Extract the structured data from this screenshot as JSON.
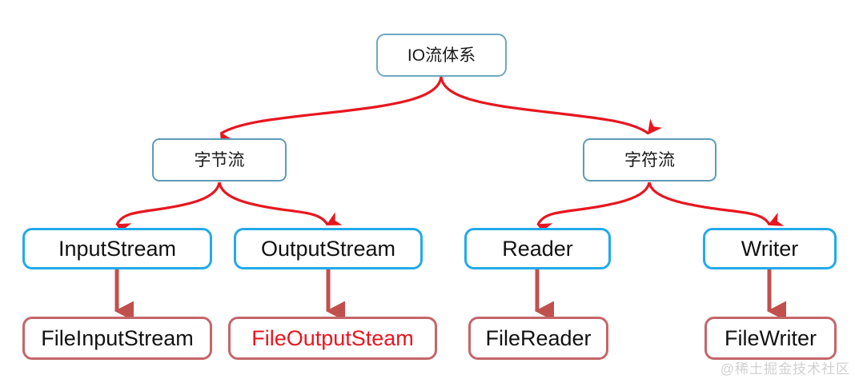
{
  "diagram": {
    "title": "IO流体系",
    "type": "hierarchy-tree",
    "colors": {
      "root_border": "#6FA8BF",
      "category_border": "#5E9BB8",
      "abstract_border": "#22AAEA",
      "concrete_border": "#C4666A",
      "curved_arrow": "#E8161F",
      "straight_arrow": "#C0504D",
      "accent_text": "#E8161F",
      "default_text": "#121212",
      "background": "#FFFFFF"
    },
    "levels": {
      "root": {
        "label": "IO流体系"
      },
      "categories": [
        {
          "id": "byte-stream",
          "label": "字节流"
        },
        {
          "id": "char-stream",
          "label": "字符流"
        }
      ],
      "abstract_classes": [
        {
          "id": "input-stream",
          "label": "InputStream",
          "parent": "byte-stream"
        },
        {
          "id": "output-stream",
          "label": "OutputStream",
          "parent": "byte-stream"
        },
        {
          "id": "reader",
          "label": "Reader",
          "parent": "char-stream"
        },
        {
          "id": "writer",
          "label": "Writer",
          "parent": "char-stream"
        }
      ],
      "concrete_classes": [
        {
          "id": "file-input-stream",
          "label": "FileInputStream",
          "parent": "input-stream",
          "highlighted": false
        },
        {
          "id": "file-output-steam",
          "label": "FileOutputSteam",
          "parent": "output-stream",
          "highlighted": true
        },
        {
          "id": "file-reader",
          "label": "FileReader",
          "parent": "reader",
          "highlighted": false
        },
        {
          "id": "file-writer",
          "label": "FileWriter",
          "parent": "writer",
          "highlighted": false
        }
      ]
    },
    "watermark": "@稀土掘金技术社区"
  }
}
